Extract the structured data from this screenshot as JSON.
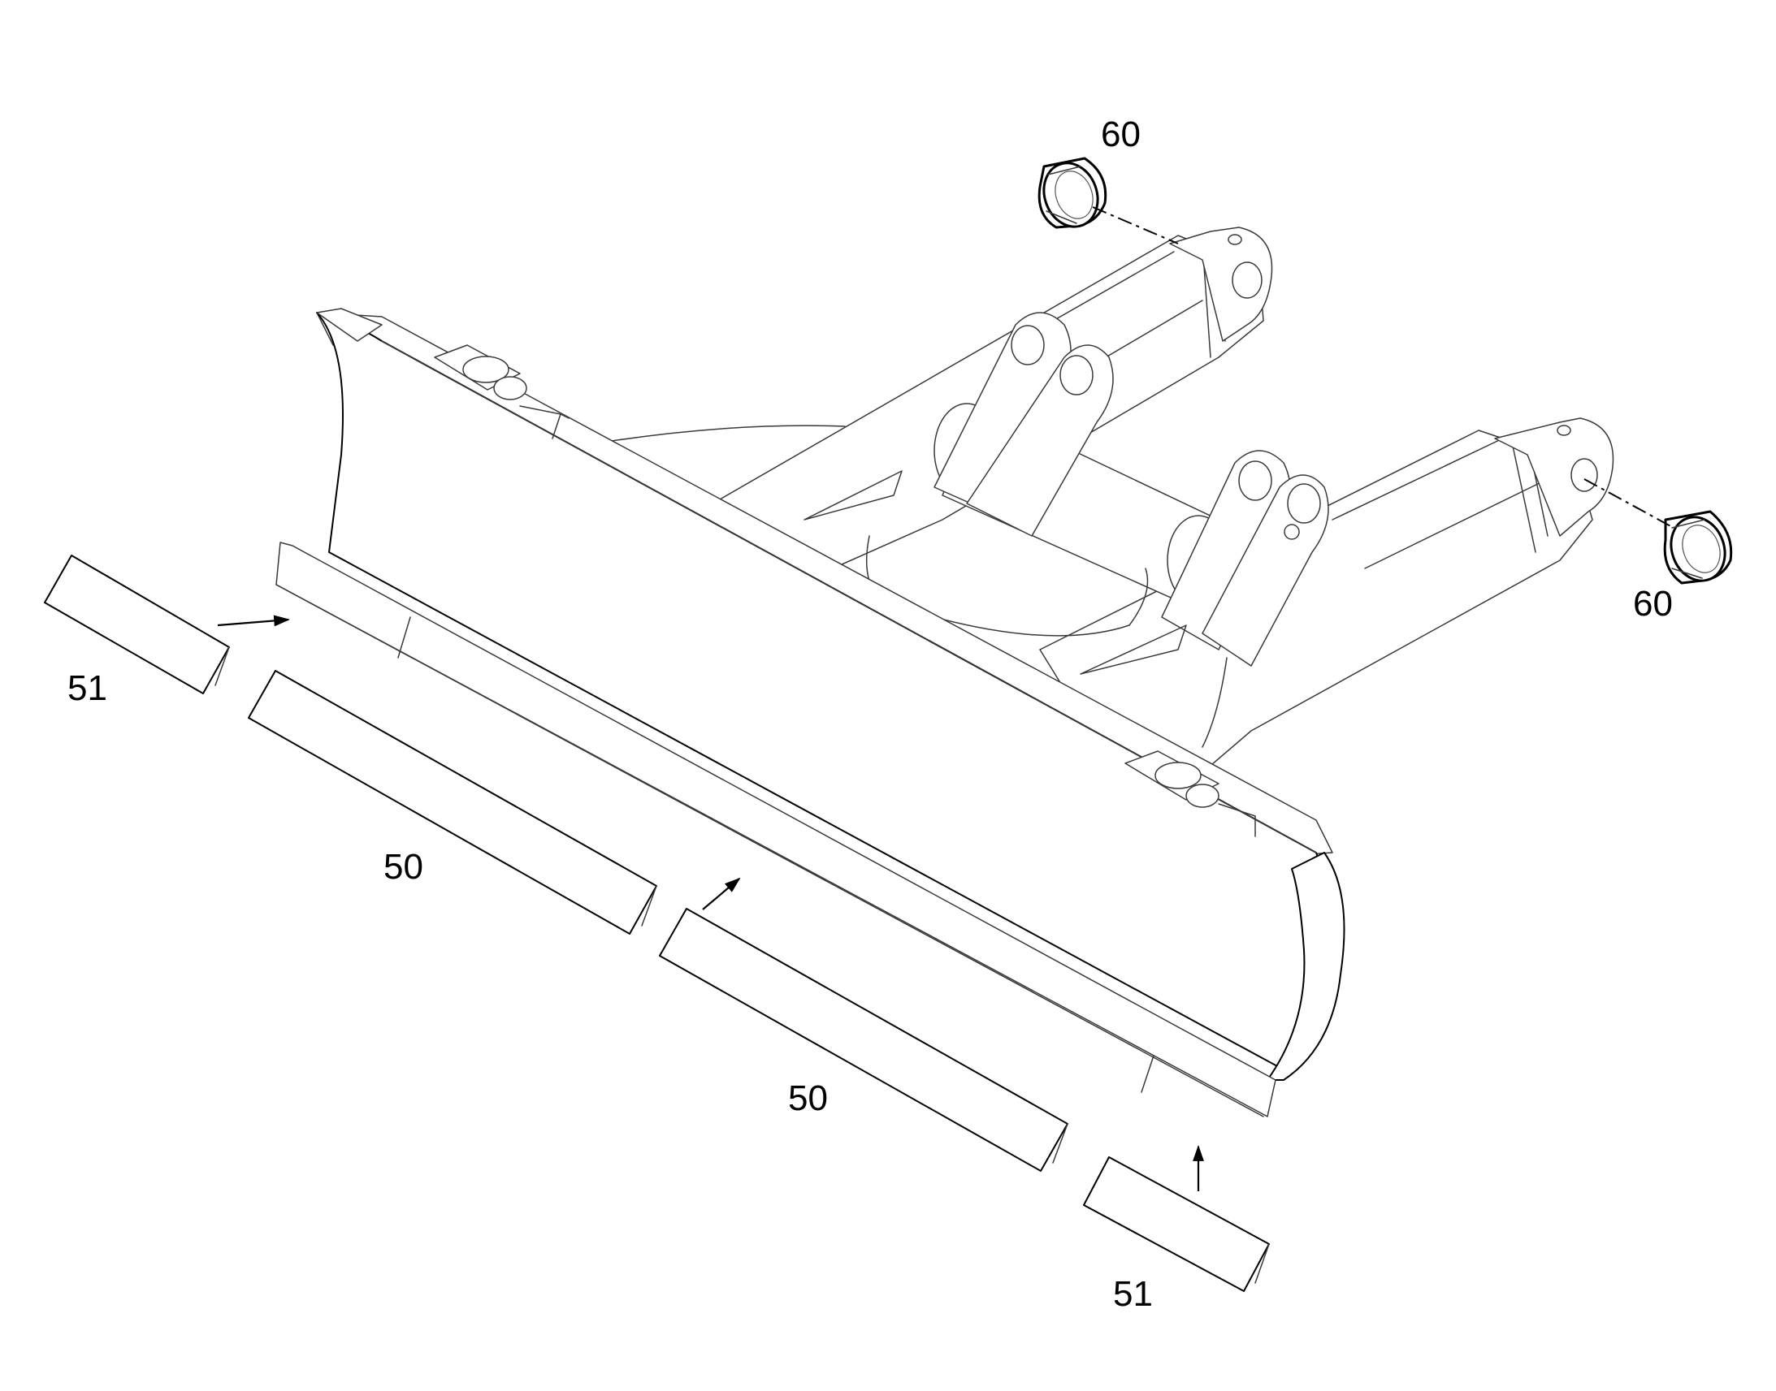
{
  "labels": {
    "bushing_top": "60",
    "bushing_right": "60",
    "end_bit_left": "51",
    "end_bit_right": "51",
    "cutting_edge_left": "50",
    "cutting_edge_right": "50"
  }
}
